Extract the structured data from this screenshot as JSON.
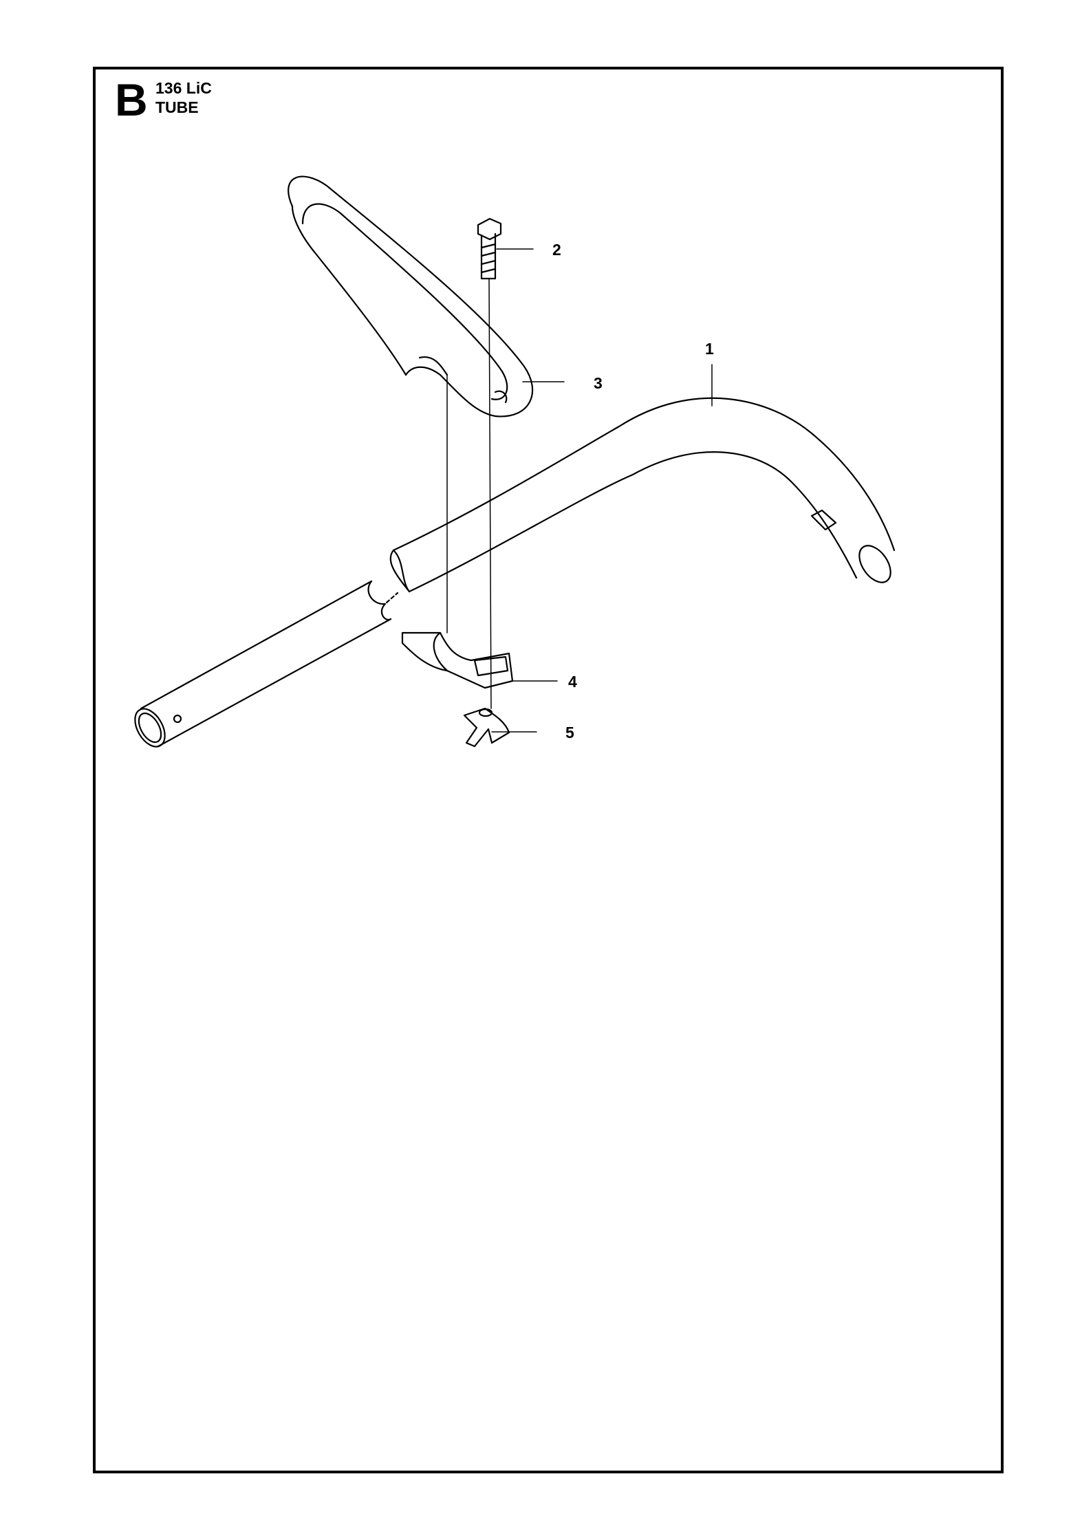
{
  "header": {
    "section_letter": "B",
    "model": "136 LiC",
    "title": "TUBE"
  },
  "callouts": [
    {
      "id": "1",
      "label": "1"
    },
    {
      "id": "2",
      "label": "2"
    },
    {
      "id": "3",
      "label": "3"
    },
    {
      "id": "4",
      "label": "4"
    },
    {
      "id": "5",
      "label": "5"
    }
  ],
  "colors": {
    "line": "#000000",
    "background": "#ffffff"
  }
}
